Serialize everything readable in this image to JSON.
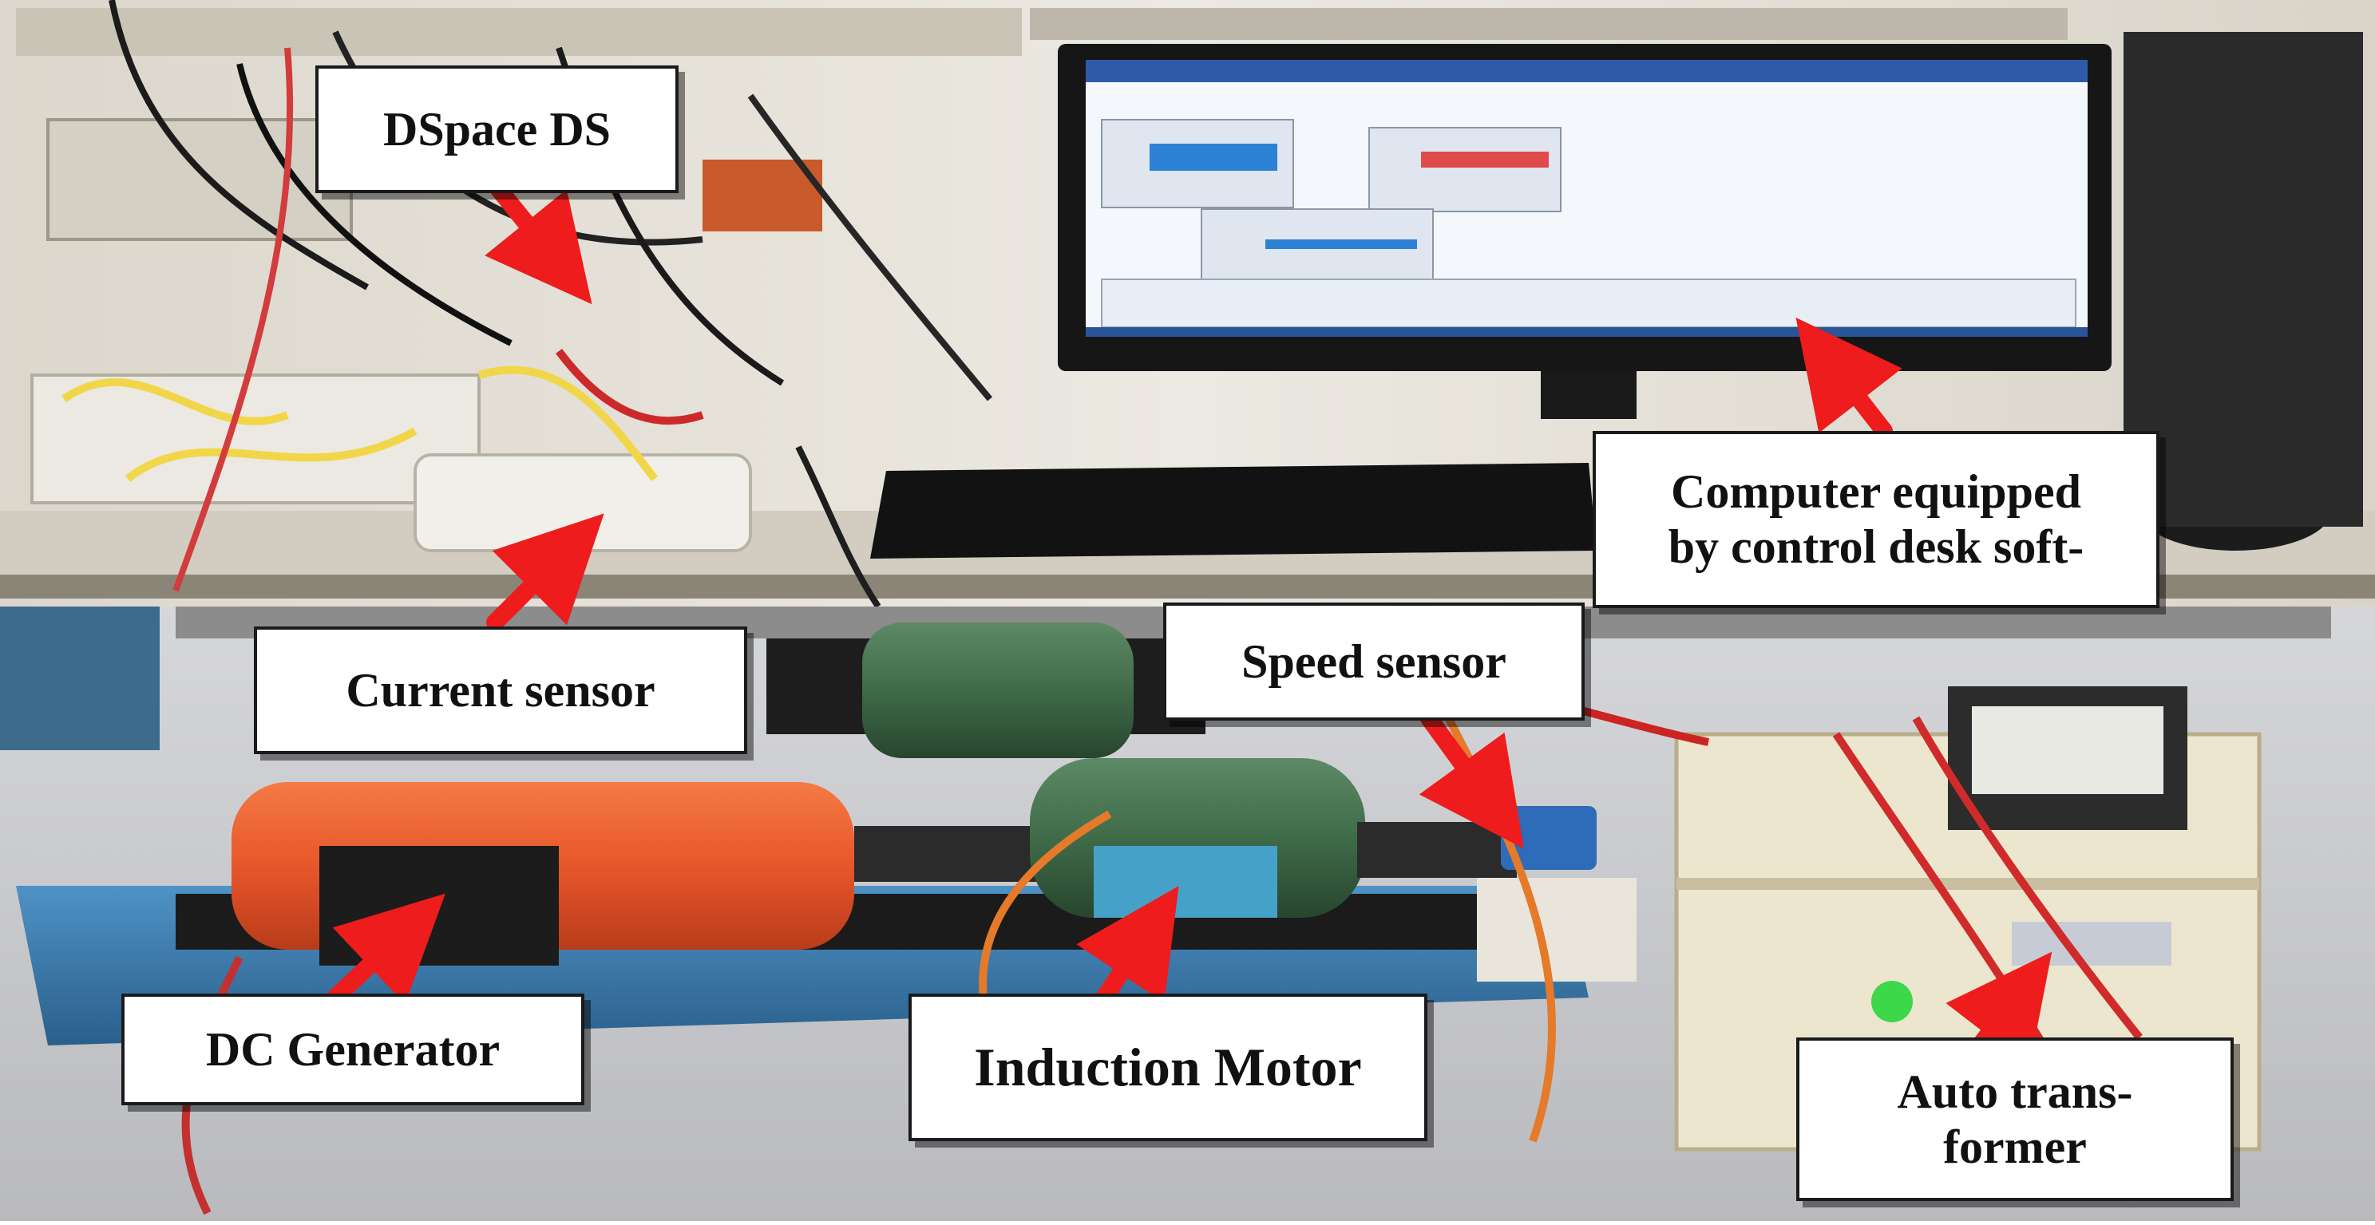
{
  "image": {
    "description_colors": {
      "wall": "#e9e6df",
      "shelf": "#dcd8cc",
      "generator": "#e8562a",
      "motor": "#3f6b48",
      "base": "#3c7fb4",
      "autotransformer": "#ede6cf",
      "arrow": "#ee1c1c",
      "screen": "#f4f7fb",
      "floor": "#c8c9cc"
    }
  },
  "labels": {
    "dspace": {
      "text": "DSpace DS"
    },
    "computer": {
      "line1": "Computer equipped",
      "line2": "by control desk soft-"
    },
    "current_sensor": {
      "text": "Current sensor"
    },
    "speed_sensor": {
      "text": "Speed sensor"
    },
    "dc_generator": {
      "text": "DC Generator"
    },
    "induction_motor": {
      "text": "Induction Motor"
    },
    "auto_transformer": {
      "line1": "Auto trans-",
      "line2": "former"
    }
  }
}
